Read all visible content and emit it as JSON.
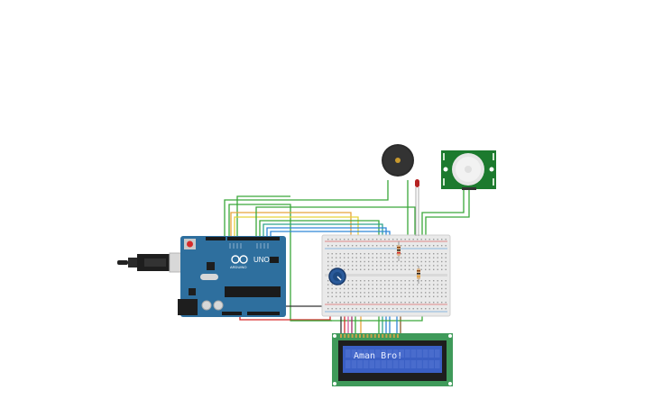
{
  "lcd": {
    "text": "Aman Bro!"
  },
  "arduino": {
    "model": "UNO",
    "brand": "ARDUINO"
  },
  "colors": {
    "arduino_blue": "#2e6f9e",
    "breadboard": "#e9e9e9",
    "wire_green": "#3aa83a",
    "wire_orange": "#e8a43a",
    "wire_yellow": "#e6d23a",
    "wire_blue": "#2f86d6",
    "wire_red": "#d62b2b",
    "wire_dark": "#333333",
    "lcd_green": "#3f9a5a",
    "lcd_screen": "#3a5fc4",
    "pir_green": "#1c7a2e"
  },
  "icons": [
    "arduino-infinity-logo",
    "usb-connector",
    "power-jack",
    "potentiometer-knob",
    "buzzer",
    "led",
    "resistor",
    "pir-dome"
  ]
}
